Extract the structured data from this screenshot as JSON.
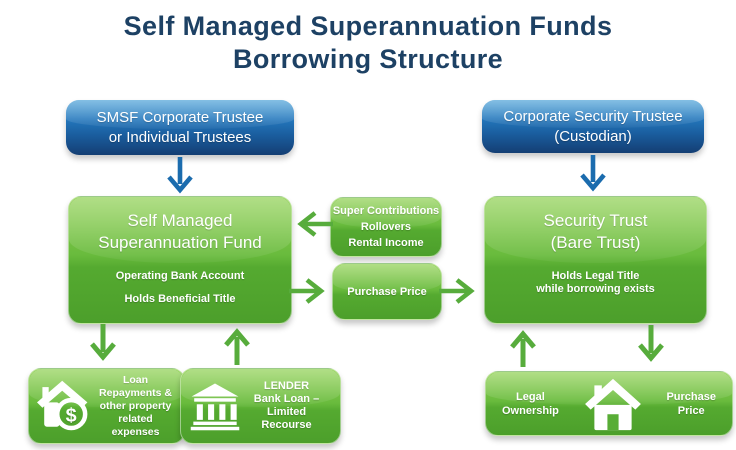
{
  "title": {
    "line1": "Self Managed Superannuation Funds",
    "line2": "Borrowing Structure"
  },
  "trustee_left": {
    "line1": "SMSF Corporate Trustee",
    "line2": "or Individual Trustees"
  },
  "trustee_right": {
    "line1": "Corporate Security Trustee",
    "line2": "(Custodian)"
  },
  "smsf": {
    "title_line1": "Self Managed",
    "title_line2": "Superannuation Fund",
    "sub1": "Operating Bank Account",
    "sub2": "Holds Beneficial Title"
  },
  "trust": {
    "title_line1": "Security Trust",
    "title_line2": "(Bare Trust)",
    "sub1": "Holds Legal Title",
    "sub2": "while borrowing exists"
  },
  "inflows": {
    "line1": "Super Contributions",
    "line2": "Rollovers",
    "line3": "Rental Income"
  },
  "purchase_mid": {
    "label": "Purchase Price"
  },
  "expenses": {
    "icon": "house-dollar-icon",
    "dollar_glyph": "$",
    "line1": "Loan",
    "line2": "Repayments &",
    "line3": "other property",
    "line4": "related",
    "line5": "expenses"
  },
  "lender": {
    "icon": "bank-icon",
    "line1": "LENDER",
    "line2": "Bank Loan –",
    "line3": "Limited",
    "line4": "Recourse"
  },
  "asset": {
    "icon": "house-icon",
    "left_line1": "Legal",
    "left_line2": "Ownership",
    "right_line1": "Purchase",
    "right_line2": "Price"
  },
  "colors": {
    "title_navy": "#1d4164",
    "blue_box_top": "#4fa3d8",
    "blue_box_bottom": "#143e73",
    "green_box_top": "#8fd052",
    "green_box_bottom": "#4c9f2b",
    "green_arrow": "#57ac3c",
    "blue_arrow": "#1b6cae"
  }
}
